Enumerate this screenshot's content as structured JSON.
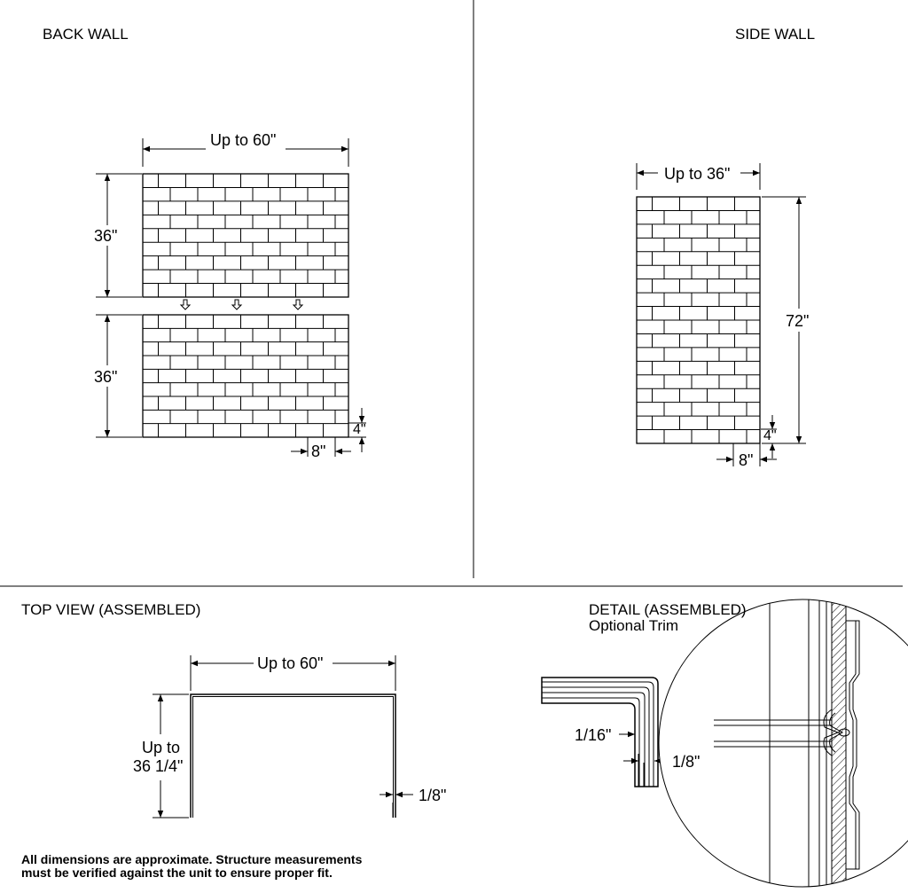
{
  "sections": {
    "back_wall": "BACK WALL",
    "side_wall": "SIDE WALL",
    "top_view": "TOP VIEW (ASSEMBLED)",
    "detail": "DETAIL (ASSEMBLED)",
    "detail_sub": "Optional Trim"
  },
  "back_wall_dims": {
    "width": "Up to 60\"",
    "upper_height": "36\"",
    "lower_height": "36\"",
    "brick_height": "4\"",
    "brick_length": "8\""
  },
  "side_wall_dims": {
    "width": "Up to 36\"",
    "height": "72\"",
    "brick_height": "4\"",
    "brick_length": "8\""
  },
  "top_view_dims": {
    "width": "Up to 60\"",
    "depth_line1": "Up to",
    "depth_line2": "36 1/4\"",
    "thickness": "1/8\""
  },
  "detail_dims": {
    "gap": "1/16\"",
    "thickness": "1/8\""
  },
  "note": {
    "line1": "All dimensions are approximate. Structure measurements",
    "line2": "must be verified against the unit to ensure proper fit."
  }
}
